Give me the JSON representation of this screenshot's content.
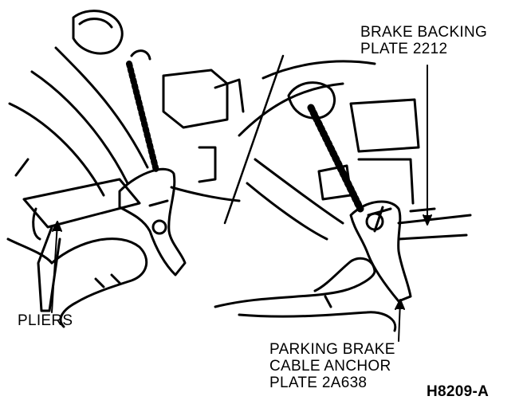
{
  "labels": {
    "backing_plate": [
      "BRAKE BACKING",
      "PLATE 2212"
    ],
    "pliers": "PLIERS",
    "anchor_plate": [
      "PARKING BRAKE",
      "CABLE ANCHOR",
      "PLATE 2A638"
    ],
    "figure_id": "H8209-A"
  },
  "colors": {
    "ink": "#000000",
    "paper": "#ffffff"
  }
}
